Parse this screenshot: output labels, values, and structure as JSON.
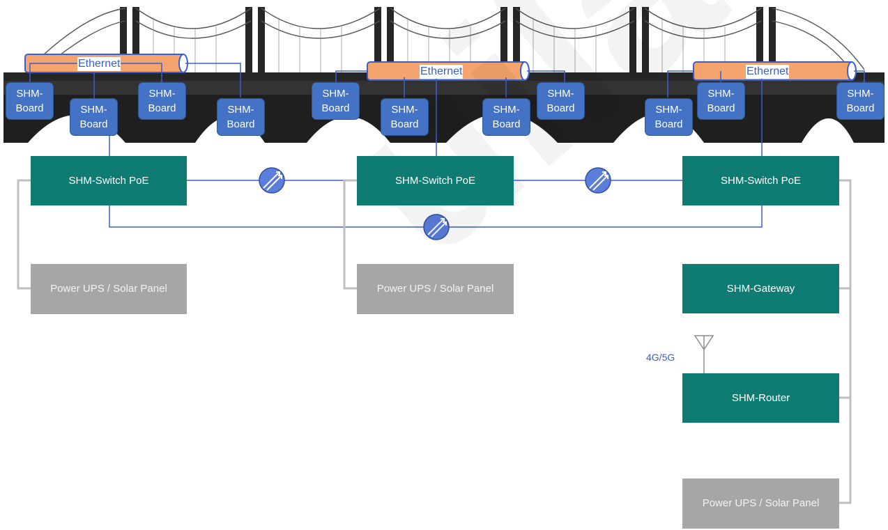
{
  "cable_label": "Ethernet",
  "board_label": "SHM-\nBoard",
  "switch_label": "SHM-Switch PoE",
  "power_label": "Power UPS / Solar Panel",
  "gateway_label": "SHM-Gateway",
  "router_label": "SHM-Router",
  "network_label": "4G/5G",
  "watermark_text": "uila S.r.l.",
  "colors": {
    "board_fill": "#4472c4",
    "link_line": "#3a5fcd",
    "teal_box": "#0e7c72",
    "power_box": "#a6a6a6",
    "power_line": "#bfbfbf",
    "cable_orange": "#f4a46c",
    "bridge_dark": "#262626"
  },
  "icons": [
    "bridge-illustration",
    "wireless-link-icon",
    "antenna-icon"
  ]
}
